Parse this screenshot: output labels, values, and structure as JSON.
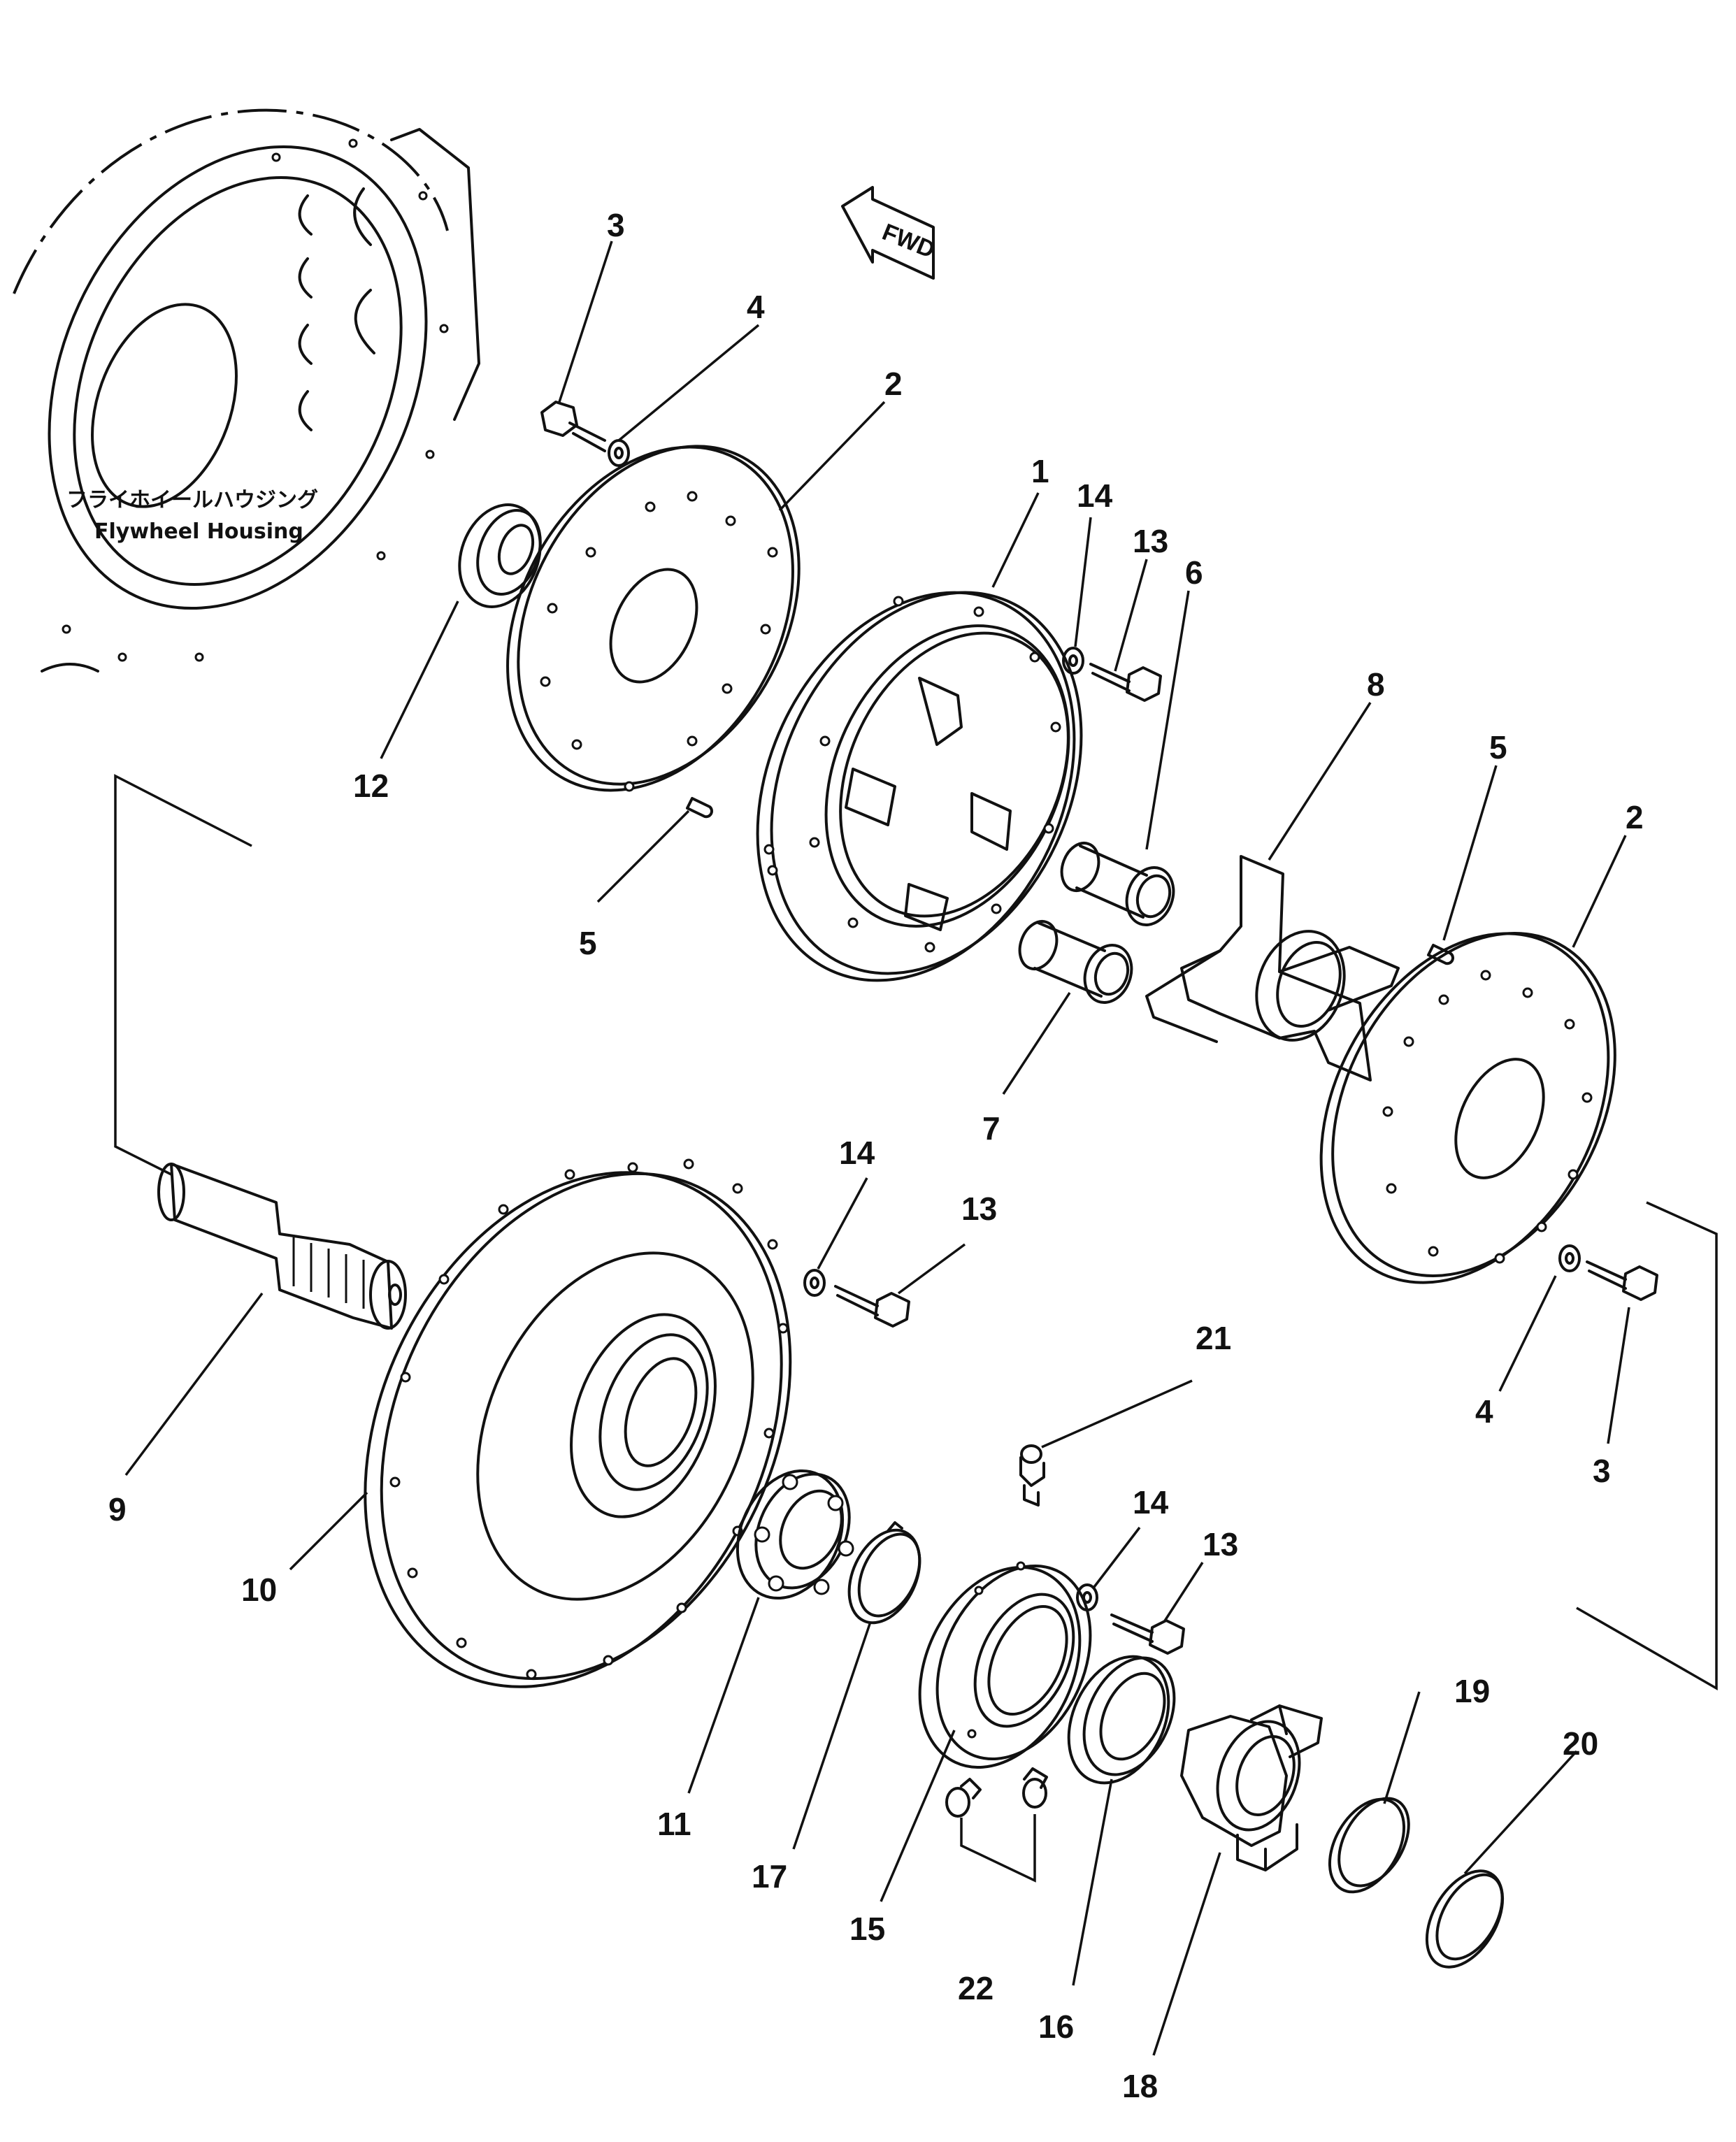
{
  "housing": {
    "label_ja": "フライホイールハウジング",
    "label_en": "Flywheel Housing"
  },
  "direction_marker": {
    "text": "FWD"
  },
  "callouts": {
    "c1": "1",
    "c2a": "2",
    "c2b": "2",
    "c3a": "3",
    "c3b": "3",
    "c4a": "4",
    "c4b": "4",
    "c5a": "5",
    "c5b": "5",
    "c6": "6",
    "c7": "7",
    "c8": "8",
    "c9": "9",
    "c10": "10",
    "c11": "11",
    "c12": "12",
    "c13a": "13",
    "c13b": "13",
    "c13c": "13",
    "c14a": "14",
    "c14b": "14",
    "c14c": "14",
    "c15": "15",
    "c16": "16",
    "c17": "17",
    "c18": "18",
    "c19": "19",
    "c20": "20",
    "c21": "21",
    "c22": "22"
  }
}
